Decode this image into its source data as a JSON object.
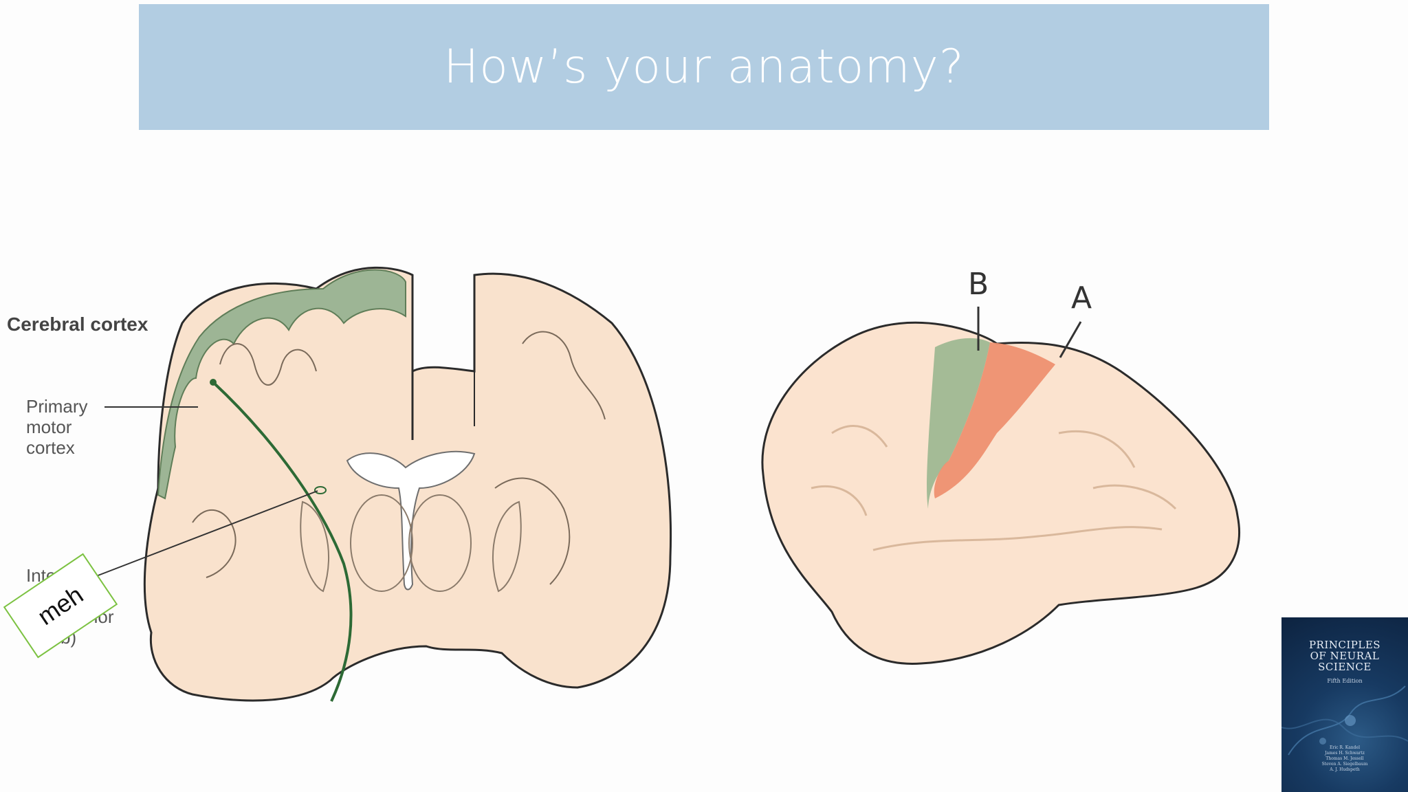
{
  "slide": {
    "title": "How’s your anatomy?"
  },
  "coronal_figure": {
    "cerebral_cortex_label": "Cerebral cortex",
    "primary_motor_label_lines": [
      "Primary",
      "motor",
      "cortex"
    ],
    "internal_capsule_label_lines": [
      "Inte",
      "",
      "rior",
      "b)"
    ]
  },
  "lateral_figure": {
    "label_b": "B",
    "label_a": "A",
    "colors": {
      "region_b": "#9fb892",
      "region_a": "#ee9070"
    }
  },
  "annotation": {
    "text": "meh",
    "border_color": "#7cc242"
  },
  "book_cover": {
    "title_lines": [
      "PRINCIPLES",
      "OF NEURAL",
      "SCIENCE"
    ],
    "edition": "Fifth Edition",
    "authors": [
      "Eric R. Kandel",
      "James H. Schwartz",
      "Thomas M. Jessell",
      "Steven A. Siegelbaum",
      "A. J. Hudspeth"
    ]
  }
}
